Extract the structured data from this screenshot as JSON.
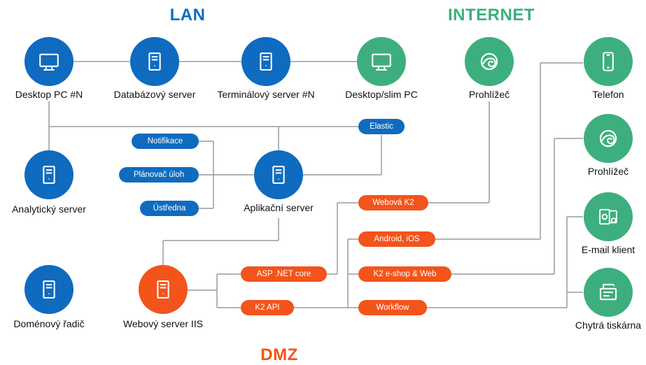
{
  "zones": {
    "lan": "LAN",
    "internet": "INTERNET",
    "dmz": "DMZ"
  },
  "colors": {
    "lan": "#0f6bbf",
    "internet": "#3daf7e",
    "dmz": "#f2541b",
    "line": "#9a9a9a"
  },
  "nodes": {
    "desktop_pc": {
      "label": "Desktop PC #N",
      "icon": "monitor-icon"
    },
    "db_server": {
      "label": "Databázový server",
      "icon": "server-icon"
    },
    "terminal_server": {
      "label": "Terminálový server #N",
      "icon": "server-icon"
    },
    "desktop_slim": {
      "label": "Desktop/slim PC",
      "icon": "monitor-icon"
    },
    "browser_internet": {
      "label": "Prohlížeč",
      "icon": "browser-icon"
    },
    "phone": {
      "label": "Telefon",
      "icon": "phone-icon"
    },
    "browser_right": {
      "label": "Prohlížeč",
      "icon": "browser-icon"
    },
    "email_client": {
      "label": "E-mail klient",
      "icon": "email-icon"
    },
    "smart_printer": {
      "label": "Chytrá tiskárna",
      "icon": "printer-icon"
    },
    "analytic_server": {
      "label": "Analytický server",
      "icon": "server-icon"
    },
    "app_server": {
      "label": "Aplikační server",
      "icon": "server-icon"
    },
    "domain_controller": {
      "label": "Doménový řadič",
      "icon": "server-icon"
    },
    "web_server": {
      "label": "Webový server IIS",
      "icon": "server-icon"
    }
  },
  "pills": {
    "elastic": "Elastic",
    "notifikace": "Notifikace",
    "planovac": "Plánovač úloh",
    "ustredna": "Ústředna",
    "webova_k2": "Webová K2",
    "android_ios": "Android, iOS",
    "asp_net": "ASP .NET core",
    "k2_eshop": "K2 e-shop & Web",
    "k2_api": "K2 API",
    "workflow": "Workflow"
  }
}
